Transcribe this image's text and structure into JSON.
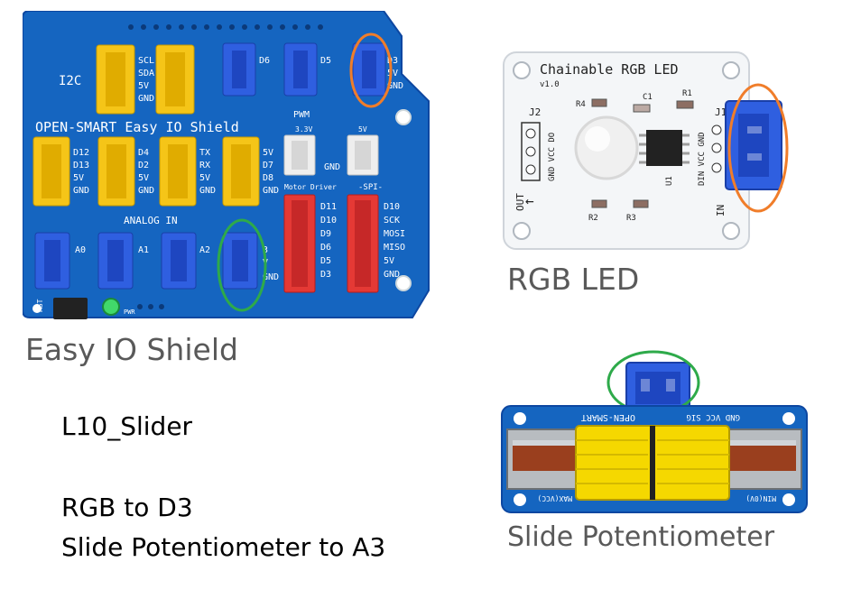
{
  "shield": {
    "caption": "Easy IO Shield",
    "title": "OPEN-SMART Easy IO Shield",
    "i2c_label": "I2C",
    "i2c_pins": [
      "SCL",
      "SDA",
      "5V",
      "GND"
    ],
    "pwm_label": "PWM",
    "pwm_ports": [
      {
        "pins": [
          "D6",
          "",
          ""
        ]
      },
      {
        "pins": [
          "D5",
          "",
          ""
        ]
      },
      {
        "pins": [
          "D3",
          "5V",
          "GND"
        ]
      }
    ],
    "yellow_ports": [
      {
        "pins": [
          "D12",
          "D13",
          "5V",
          "GND"
        ]
      },
      {
        "pins": [
          "D4",
          "D2",
          "5V",
          "GND"
        ]
      },
      {
        "pins": [
          "TX",
          "RX",
          "5V",
          "GND"
        ]
      },
      {
        "pins": [
          "5V",
          "D7",
          "D8",
          "GND"
        ]
      }
    ],
    "volt_labels": [
      "3.3V",
      "5V",
      "GND"
    ],
    "motor_label": "Motor Driver",
    "motor_pins": [
      "D11",
      "D10",
      "D9",
      "D6",
      "D5",
      "D3"
    ],
    "spi_label": "SPI",
    "spi_pins": [
      "D10",
      "SCK",
      "MOSI",
      "MISO",
      "5V",
      "GND"
    ],
    "analog_label": "ANALOG IN",
    "analog_ports": [
      "A0",
      "A1",
      "A2",
      "A3"
    ],
    "analog_pins_right": [
      "3",
      "V",
      "GND"
    ],
    "rst_label": "RST",
    "pwr_label": "PWR",
    "highlight_colors": {
      "orange": "#f07d2a",
      "green": "#2eaa4a"
    }
  },
  "rgb": {
    "caption": "RGB LED",
    "title": "Chainable RGB LED",
    "version": "v1.0",
    "parts": [
      "R4",
      "C1",
      "R1",
      "R2",
      "R3",
      "U1"
    ],
    "j2_label": "J2",
    "j2_pins": [
      "GND",
      "VCC",
      "DO"
    ],
    "j1_label": "J1",
    "j1_pins": [
      "DIN",
      "VCC",
      "GND"
    ],
    "out_label": "OUT",
    "in_label": "IN"
  },
  "pot": {
    "caption": "Slide Potentiometer",
    "brand": "OPEN-SMART",
    "pins_label": "GND VCC SIG",
    "min_label": "MIN(0V)",
    "max_label": "MAX(VCC)"
  },
  "notes": {
    "title": "L10_Slider",
    "line1": "RGB to D3",
    "line2": "Slide Potentiometer to A3"
  }
}
